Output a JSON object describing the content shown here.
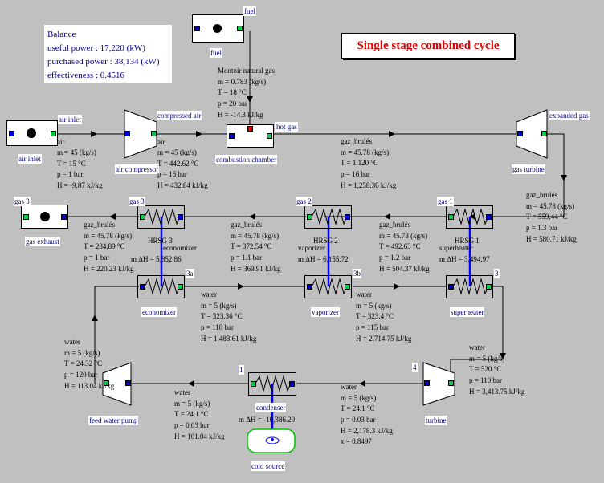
{
  "title": "Single stage combined cycle",
  "balance": {
    "heading": "Balance",
    "useful_power": "useful power : 17,220 (kW)",
    "purchased_power": "purchased power : 38,134 (kW)",
    "effectiveness": "effectiveness : 0.4516"
  },
  "tags": {
    "fuel_top": "fuel",
    "fuel": "fuel",
    "air_inlet_out": "air inlet",
    "air_inlet": "air inlet",
    "air_compressor": "air compressor",
    "compressed_air": "compressed air",
    "combustion_chamber": "combustion chamber",
    "hot_gas": "hot gas",
    "gas_turbine": "gas turbine",
    "expanded_gas": "expanded gas",
    "gas3_tag": "gas 3",
    "gas_exhaust": "gas exhaust",
    "gas3b": "gas 3",
    "gas2": "gas 2",
    "gas1": "gas 1",
    "economizer": "economizer",
    "vaporizer": "vaporizer",
    "superheater": "superheater",
    "p3a": "3a",
    "p3b": "3b",
    "p3": "3",
    "p1": "1",
    "p4": "4",
    "condenser": "condenser",
    "cold_source": "cold source",
    "turbine": "turbine",
    "feed_water_pump": "feed water pump"
  },
  "labels": {
    "air1": "air",
    "air2": "air",
    "hrsg3": "HRSG 3",
    "hrsg2": "HRSG 2",
    "hrsg1": "HRSG 1",
    "economizer_sub": "economizer",
    "vaporizer_sub": "vaporizer",
    "superheater_sub": "superheater",
    "dh3": "m ΔH = 5,852.86",
    "dh2": "m ΔH = 6,155.72",
    "dh1": "m ΔH = 3,494.97",
    "dh_cond": "m ΔH = -10,386.29"
  },
  "states": {
    "fuel_gas": [
      "Montoir natural gas",
      "m = 0.783 (kg/s)",
      "T = 18 °C",
      "p = 20 bar",
      "H = -14.3 kJ/kg"
    ],
    "air_in": [
      "m = 45 (kg/s)",
      "T = 15 °C",
      "p = 1 bar",
      "H = -9.87 kJ/kg"
    ],
    "air_comp": [
      "m = 45 (kg/s)",
      "T = 442.62 °C",
      "p = 16 bar",
      "H = 432.84 kJ/kg"
    ],
    "hot_gas": [
      "gaz_brulés",
      "m = 45.78 (kg/s)",
      "T = 1,120 °C",
      "p = 16 bar",
      "H = 1,258.36 kJ/kg"
    ],
    "expanded": [
      "gaz_brulés",
      "m = 45.78 (kg/s)",
      "T = 559.44 °C",
      "p = 1.3 bar",
      "H = 580.71 kJ/kg"
    ],
    "gas1": [
      "gaz_brulés",
      "m = 45.78 (kg/s)",
      "T = 492.63 °C",
      "p = 1.2 bar",
      "H = 504.37 kJ/kg"
    ],
    "gas2": [
      "gaz_brulés",
      "m = 45.78 (kg/s)",
      "T = 372.54 °C",
      "p = 1.1 bar",
      "H = 369.91 kJ/kg"
    ],
    "gas3": [
      "gaz_brulés",
      "m = 45.78 (kg/s)",
      "T = 234.89 °C",
      "p = 1 bar",
      "H = 220.23 kJ/kg"
    ],
    "w3a": [
      "water",
      "m = 5 (kg/s)",
      "T = 323.36 °C",
      "p = 118 bar",
      "H = 1,483.61 kJ/kg"
    ],
    "w3b": [
      "water",
      "m = 5 (kg/s)",
      "T = 323.4 °C",
      "p = 115 bar",
      "H = 2,714.75 kJ/kg"
    ],
    "w3": [
      "water",
      "m = 5 (kg/s)",
      "T = 520 °C",
      "p = 110 bar",
      "H = 3,413.75 kJ/kg"
    ],
    "w4": [
      "water",
      "m = 5 (kg/s)",
      "T = 24.1 °C",
      "p = 0.03 bar",
      "H = 2,178.3 kJ/kg",
      "x = 0.8497"
    ],
    "w1": [
      "water",
      "m = 5 (kg/s)",
      "T = 24.1 °C",
      "p = 0.03 bar",
      "H = 101.04 kJ/kg"
    ],
    "wpump": [
      "water",
      "m = 5 (kg/s)",
      "T = 24.32 °C",
      "p = 120 bar",
      "H = 113.04 kJ/kg"
    ]
  }
}
